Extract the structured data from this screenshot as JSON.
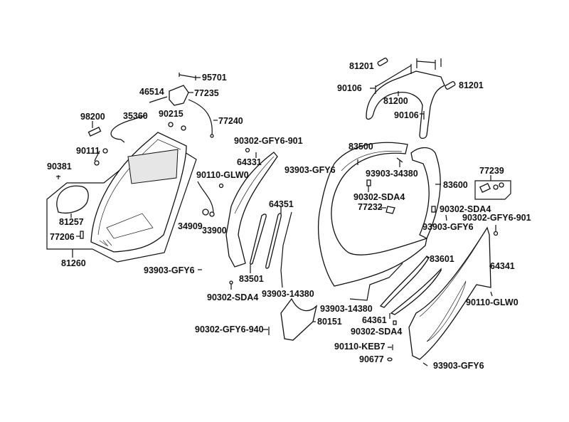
{
  "diagram": {
    "title": "Body cover / luggage box exploded parts diagram",
    "labels": {
      "l95701": "95701",
      "l46514": "46514",
      "l77235": "77235",
      "l98200": "98200",
      "l35360": "35360",
      "l90215": "90215",
      "l77240": "77240",
      "l90111": "90111",
      "l90381": "90381",
      "l81257": "81257",
      "l77206": "77206",
      "l81260": "81260",
      "l90302_gfy6_901_a": "90302-GFY6-901",
      "l64331": "64331",
      "l90110_glw0_a": "90110-GLW0",
      "l34909": "34909",
      "l33900": "33900",
      "l64351": "64351",
      "l93903_gfy6_a": "93903-GFY6",
      "l83501": "83501",
      "l90302_sda4_a": "90302-SDA4",
      "l93903_14380_a": "93903-14380",
      "l90302_gfy6_940": "90302-GFY6-940",
      "l80151": "80151",
      "l81201_a": "81201",
      "l90106_a": "90106",
      "l81200": "81200",
      "l81201_b": "81201",
      "l90106_b": "90106",
      "l83500": "83500",
      "l93903_gfy6_b": "93903-GFY6",
      "l93903_34380": "93903-34380",
      "l83600": "83600",
      "l90302_sda4_b": "90302-SDA4",
      "l77232": "77232",
      "l77239": "77239",
      "l90302_sda4_c": "90302-SDA4",
      "l90302_gfy6_901_b": "90302-GFY6-901",
      "l93903_gfy6_c": "93903-GFY6",
      "l83601": "83601",
      "l64341": "64341",
      "l93903_14380_b": "93903-14380",
      "l64361": "64361",
      "l90110_glw0_b": "90110-GLW0",
      "l90302_sda4_d": "90302-SDA4",
      "l90110_keb7": "90110-KEB7",
      "l90677": "90677",
      "l93903_gfy6_d": "93903-GFY6"
    }
  }
}
